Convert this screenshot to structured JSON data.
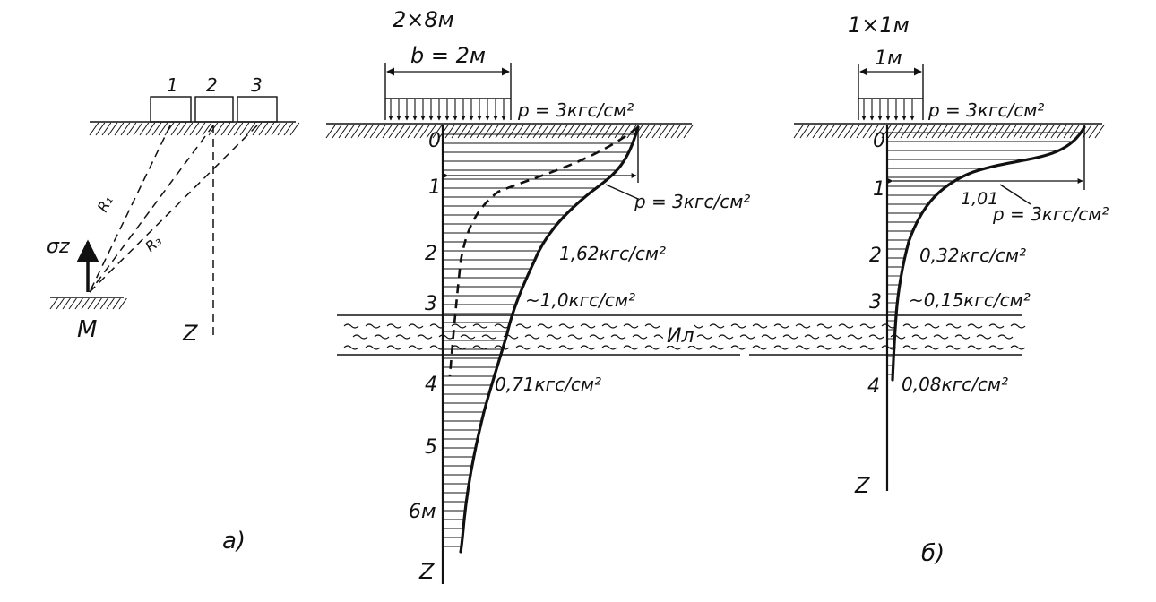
{
  "panel_a": {
    "foundation_labels": [
      "1",
      "2",
      "3"
    ],
    "ray_label_1": "R₁",
    "ray_label_3": "R₃",
    "stress_label": "σz",
    "point_label": "M",
    "axis_label": "Z",
    "caption": "a)"
  },
  "panel_left": {
    "size_label": "2×8м",
    "width_label": "b = 2м",
    "load_label": "p = 3кгс/см²",
    "surface_stress_label": "p = 3кгс/см²",
    "depth_ticks": [
      "0",
      "1",
      "2",
      "3",
      "4",
      "5",
      "6м"
    ],
    "stress_labels": [
      "1,62кгс/см²",
      "~1,0кгс/см²",
      "0,71кгс/см²"
    ],
    "axis_label": "Z"
  },
  "silt_label": "Ил",
  "panel_right": {
    "size_label": "1×1м",
    "width_label": "1м",
    "load_label": "p = 3кгс/см²",
    "surface_stress_label": "p = 3кгс/см²",
    "value_101": "1,01",
    "depth_ticks": [
      "0",
      "1",
      "2",
      "3",
      "4"
    ],
    "stress_labels": [
      "0,32кгс/см²",
      "~0,15кгс/см²",
      "0,08кгс/см²"
    ],
    "axis_label": "Z",
    "caption": "б)"
  }
}
